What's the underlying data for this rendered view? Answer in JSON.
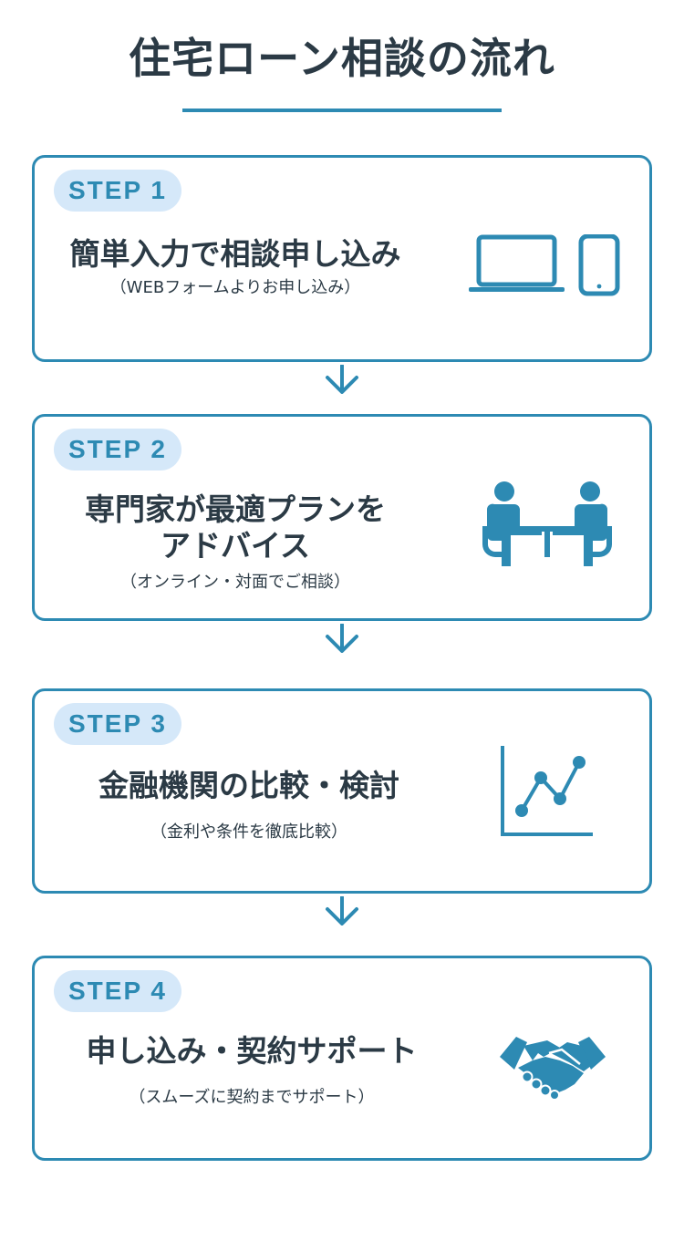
{
  "page": {
    "title": "住宅ローン相談の流れ"
  },
  "colors": {
    "accent": "#2d8ab3",
    "badge_bg": "#d5e8f9",
    "text": "#2b3a45"
  },
  "steps": [
    {
      "label": "STEP 1",
      "heading": "簡単入力で相談申し込み",
      "heading_line2": "",
      "note": "（WEBフォームよりお申し込み）",
      "icon": "laptop-and-phone-icon"
    },
    {
      "label": "STEP 2",
      "heading": "専門家が最適プランを",
      "heading_line2": "アドバイス",
      "note": "（オンライン・対面でご相談）",
      "icon": "consultation-meeting-icon"
    },
    {
      "label": "STEP 3",
      "heading": "金融機関の比較・検討",
      "heading_line2": "",
      "note": "（金利や条件を徹底比較）",
      "icon": "line-chart-icon"
    },
    {
      "label": "STEP 4",
      "heading": "申し込み・契約サポート",
      "heading_line2": "",
      "note": "（スムーズに契約までサポート）",
      "icon": "handshake-icon"
    }
  ]
}
